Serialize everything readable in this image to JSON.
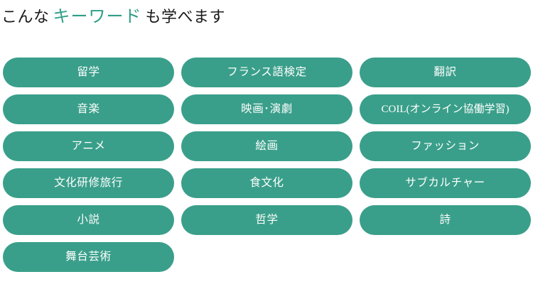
{
  "heading": {
    "prefix": "こんな",
    "accent": "キーワード",
    "suffix": "も学べます",
    "accent_color": "#2f9e86",
    "text_color": "#1a1a1a"
  },
  "theme": {
    "pill_background": "#3a9f8a",
    "pill_text_color": "#ffffff",
    "page_background": "#ffffff"
  },
  "keyword_columns": [
    {
      "items": [
        {
          "label": "留学"
        },
        {
          "label": "音楽"
        },
        {
          "label": "アニメ"
        },
        {
          "label": "文化研修旅行"
        },
        {
          "label": "小説"
        },
        {
          "label": "舞台芸術"
        }
      ]
    },
    {
      "items": [
        {
          "label": "フランス語検定"
        },
        {
          "label": "映画･演劇"
        },
        {
          "label": "絵画"
        },
        {
          "label": "食文化"
        },
        {
          "label": "哲学"
        }
      ]
    },
    {
      "items": [
        {
          "label": "翻訳"
        },
        {
          "label": "COIL(オンライン協働学習)"
        },
        {
          "label": "ファッション"
        },
        {
          "label": "サブカルチャー"
        },
        {
          "label": "詩"
        }
      ]
    }
  ]
}
